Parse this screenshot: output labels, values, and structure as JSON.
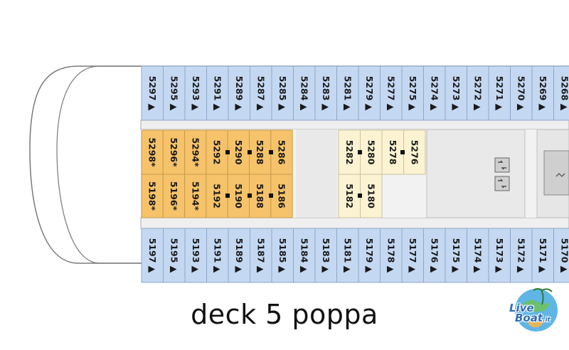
{
  "title": "deck 5 poppa",
  "logo": {
    "line1": "Live",
    "line2": "Boat",
    "suffix": ".it"
  },
  "colors": {
    "blue_cabin": "#c4d8f1",
    "blue_border": "#8ea7c7",
    "orange_cabin": "#f6c36b",
    "cream_cabin": "#fbf3d2",
    "corridor": "#efefef",
    "hull": "#ffffff",
    "outline": "#7a7a7a"
  },
  "cabins": {
    "top_row": [
      "5297",
      "5295",
      "5293",
      "5291",
      "5289",
      "5287",
      "5285",
      "5284",
      "5283",
      "5281",
      "5279",
      "5277",
      "5275",
      "5274",
      "5273",
      "5272",
      "5271",
      "5270",
      "5269",
      "5268"
    ],
    "bottom_row": [
      "5197",
      "5195",
      "5193",
      "5191",
      "5189",
      "5187",
      "5185",
      "5184",
      "5183",
      "5181",
      "5179",
      "5178",
      "5177",
      "5176",
      "5175",
      "5174",
      "5173",
      "5172",
      "5171",
      "5170"
    ],
    "inner_orange_upper": [
      "5298*",
      "5296*",
      "5294*",
      "5292",
      "5290",
      "5288",
      "5286"
    ],
    "inner_orange_lower": [
      "5198*",
      "5196*",
      "5194*",
      "5192",
      "5190",
      "5188",
      "5186"
    ],
    "inner_cream_upper": [
      "5282",
      "5280",
      "5278",
      "5276"
    ],
    "inner_cream_lower": [
      "5182",
      "5180"
    ]
  },
  "symbols": {
    "balcony": "▲",
    "connecting": "■"
  }
}
